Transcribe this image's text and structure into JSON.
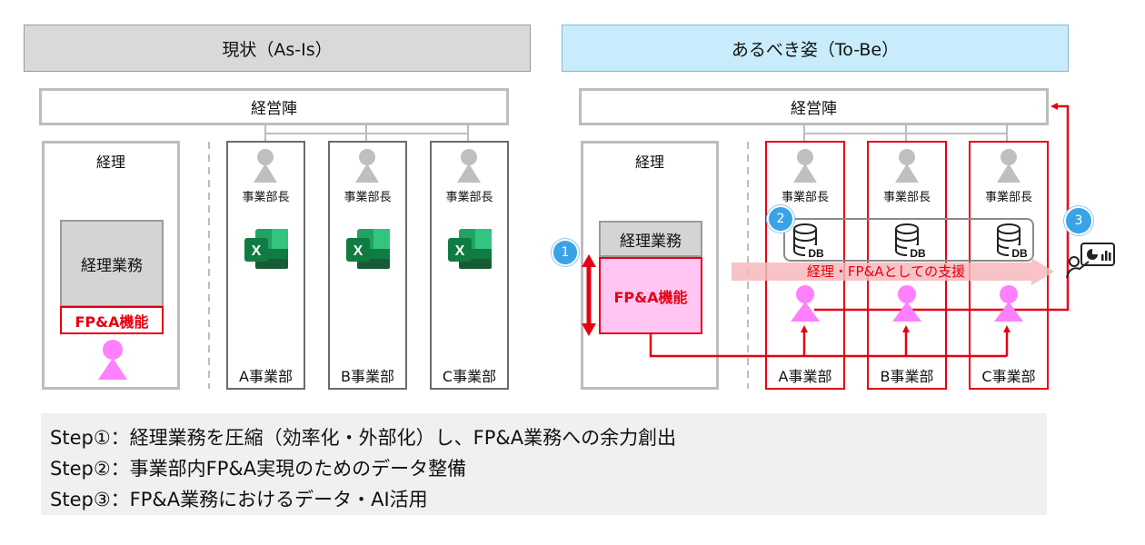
{
  "headers": {
    "as_is": "現状（As-Is）",
    "to_be": "あるべき姿（To-Be）"
  },
  "management": "経営陣",
  "accounting": {
    "title": "経理",
    "work": "経理業務",
    "fpa": "FP&A機能"
  },
  "divisions": [
    {
      "head": "事業部長",
      "name": "A事業部"
    },
    {
      "head": "事業部長",
      "name": "B事業部"
    },
    {
      "head": "事業部長",
      "name": "C事業部"
    }
  ],
  "db_label": "DB",
  "excel_letter": "X",
  "support_arrow": "経理・FP&Aとしての支援",
  "step_badges": [
    "1",
    "2",
    "3"
  ],
  "steps": [
    "Step①：経理業務を圧縮（効率化・外部化）し、FP&A業務への余力創出",
    "Step②：事業部内FP&A実現のためのデータ整備",
    "Step③：FP&A業務におけるデータ・AI活用"
  ],
  "colors": {
    "red": "#e60012",
    "pink": "#ff80ff",
    "blue": "#3aa3e6",
    "excel_green": "#1d6f42"
  }
}
